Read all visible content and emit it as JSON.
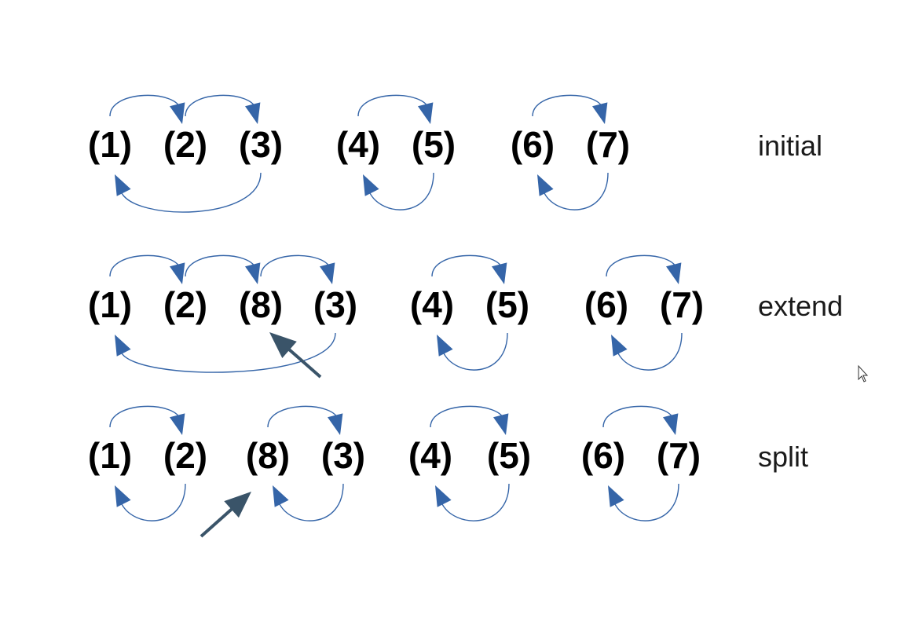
{
  "colors": {
    "edge": "#3565a8",
    "marker_arrow": "#3a5469",
    "node_text": "#000000",
    "label_text": "#1a1a1a"
  },
  "rows": [
    {
      "label": "initial",
      "nodes": [
        "(1)",
        "(2)",
        "(3)",
        "(4)",
        "(5)",
        "(6)",
        "(7)"
      ],
      "cycles": [
        [
          "(1)",
          "(2)",
          "(3)"
        ],
        [
          "(4)",
          "(5)"
        ],
        [
          "(6)",
          "(7)"
        ]
      ]
    },
    {
      "label": "extend",
      "nodes": [
        "(1)",
        "(2)",
        "(8)",
        "(3)",
        "(4)",
        "(5)",
        "(6)",
        "(7)"
      ],
      "cycles": [
        [
          "(1)",
          "(2)",
          "(8)",
          "(3)"
        ],
        [
          "(4)",
          "(5)"
        ],
        [
          "(6)",
          "(7)"
        ]
      ],
      "pointer_target": "(8)"
    },
    {
      "label": "split",
      "nodes": [
        "(1)",
        "(2)",
        "(8)",
        "(3)",
        "(4)",
        "(5)",
        "(6)",
        "(7)"
      ],
      "cycles": [
        [
          "(1)",
          "(2)"
        ],
        [
          "(8)",
          "(3)"
        ],
        [
          "(4)",
          "(5)"
        ],
        [
          "(6)",
          "(7)"
        ]
      ],
      "pointer_target": "(8)"
    }
  ]
}
